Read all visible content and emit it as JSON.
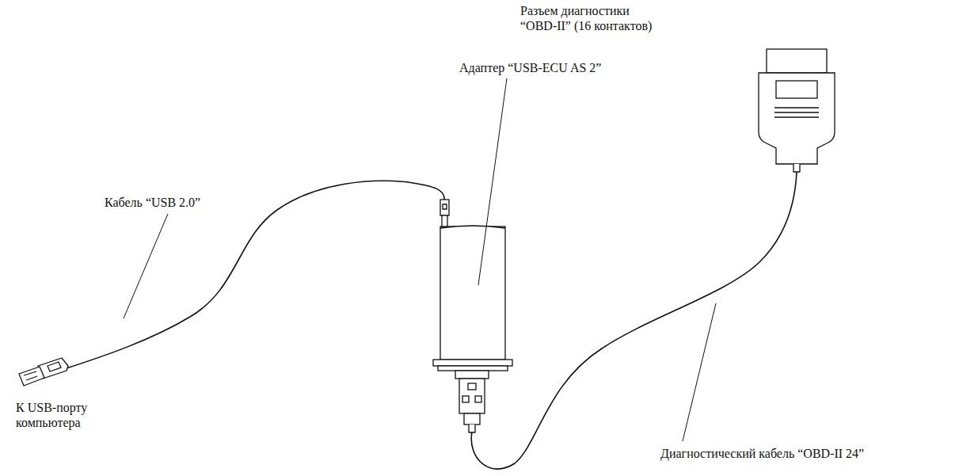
{
  "diagram": {
    "labels": [
      "Разъем диагностики “OBD-II” (16 контактов)",
      "Адаптер “USB-ECU AS 2”",
      "Кабель “USB 2.0”",
      "К USB-порту компьютера",
      "Диагностический кабель “OBD-II 24”"
    ]
  }
}
